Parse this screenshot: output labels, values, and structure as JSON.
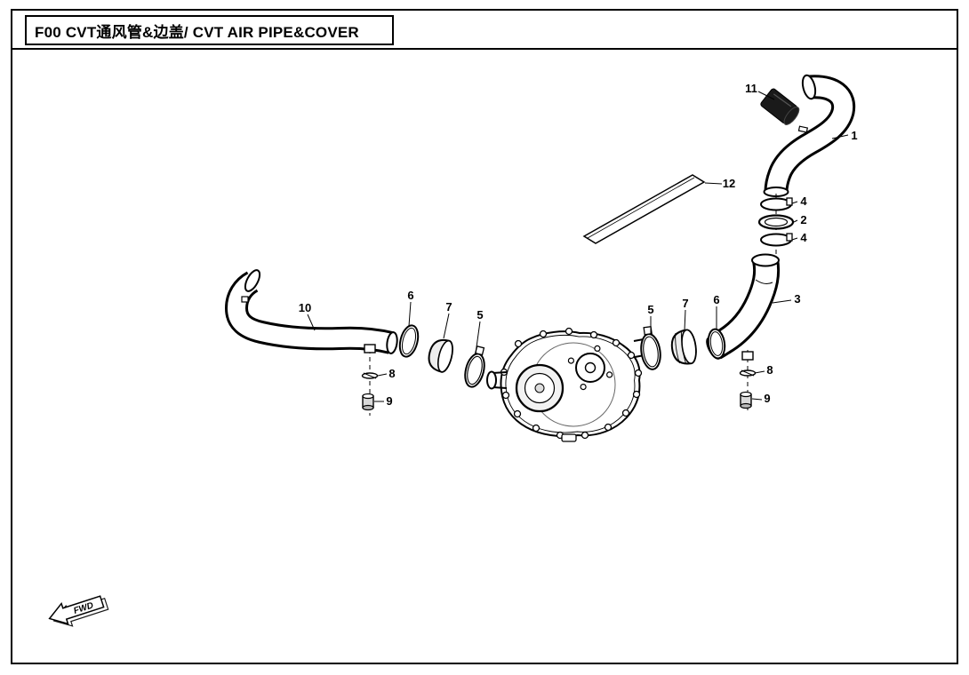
{
  "header": {
    "code": "F00",
    "title_cn": "CVT通风管&边盖",
    "title_en": "CVT AIR PIPE&COVER",
    "title_full": "F00  CVT通风管&边盖/ CVT AIR PIPE&COVER"
  },
  "diagram": {
    "fwd_label": "FWD",
    "callouts": [
      {
        "label": "11"
      },
      {
        "label": "1"
      },
      {
        "label": "12"
      },
      {
        "label": "4"
      },
      {
        "label": "2"
      },
      {
        "label": "4"
      },
      {
        "label": "3"
      },
      {
        "label": "10"
      },
      {
        "label": "6"
      },
      {
        "label": "7"
      },
      {
        "label": "5"
      },
      {
        "label": "5"
      },
      {
        "label": "7"
      },
      {
        "label": "6"
      },
      {
        "label": "8"
      },
      {
        "label": "9"
      },
      {
        "label": "8"
      },
      {
        "label": "9"
      }
    ],
    "colors": {
      "line": "#000000",
      "background": "#ffffff",
      "foam_plug": "#1a1a1a"
    }
  }
}
